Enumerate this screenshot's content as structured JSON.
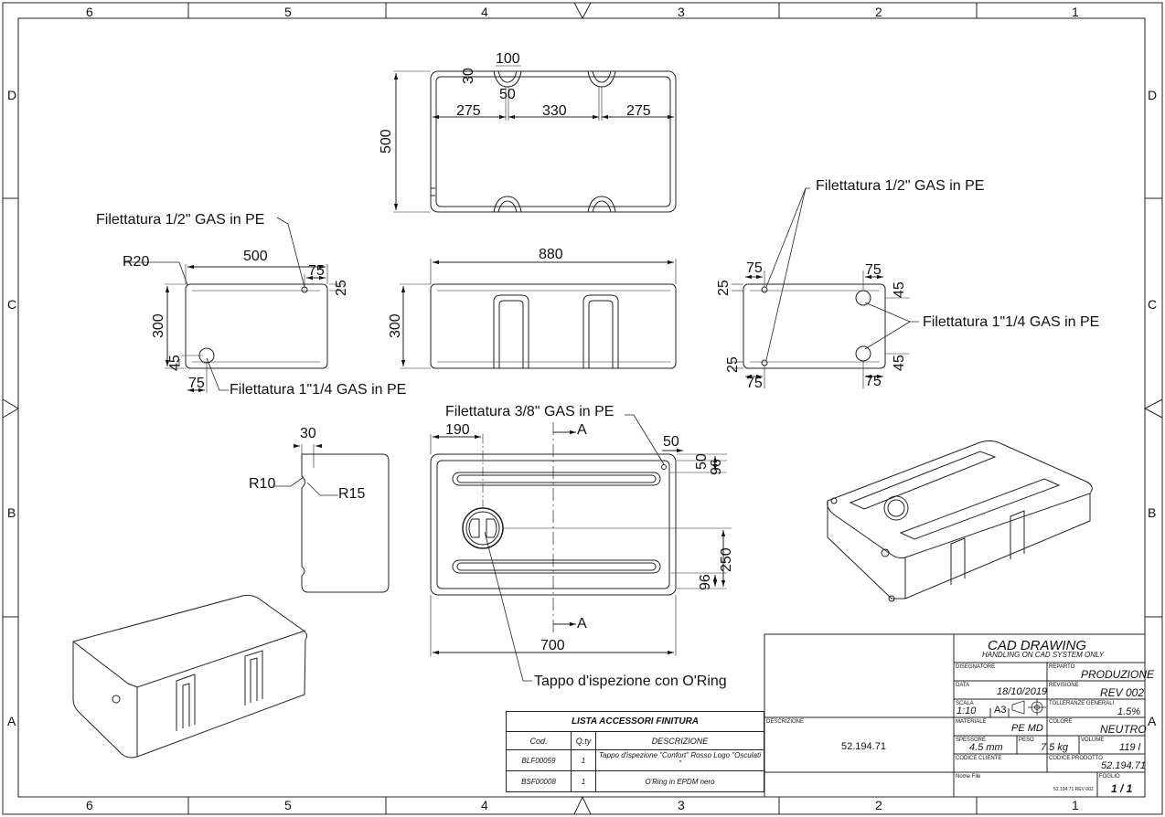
{
  "frame": {
    "top_zones": [
      "6",
      "5",
      "4",
      "3",
      "2",
      "1"
    ],
    "bottom_zones": [
      "6",
      "5",
      "4",
      "3",
      "2",
      "1"
    ],
    "left_zones": [
      "D",
      "C",
      "B",
      "A"
    ],
    "right_zones": [
      "D",
      "C",
      "B",
      "A"
    ]
  },
  "top_view": {
    "dims": [
      "100",
      "30",
      "50",
      "275",
      "330",
      "275",
      "500"
    ]
  },
  "left_view": {
    "callout_top": "Filettatura 1/2\" GAS in PE",
    "radius": "R20",
    "dims": [
      "500",
      "75",
      "25",
      "300",
      "45",
      "75"
    ],
    "callout_bottom": "Filettatura 1\"1/4 GAS in PE"
  },
  "front_view": {
    "dims": [
      "880",
      "300"
    ]
  },
  "right_view": {
    "callout_top": "Filettatura 1/2\" GAS in PE",
    "callout_mid": "Filettatura 1\"1/4 GAS in PE",
    "dims": [
      "75",
      "75",
      "25",
      "45",
      "25",
      "45",
      "75",
      "75"
    ]
  },
  "section_view": {
    "dims": [
      "30",
      "R10",
      "R15"
    ]
  },
  "plan_view": {
    "callout_top": "Filettatura 3/8\" GAS in PE",
    "callout_bottom": "Tappo d'ispezione con O'Ring",
    "section_marks": [
      "A",
      "A"
    ],
    "dims": [
      "190",
      "50",
      "50",
      "96",
      "250",
      "96",
      "700"
    ]
  },
  "accessories": {
    "title": "LISTA ACCESSORI FINITURA",
    "headers": [
      "Cod.",
      "Q.ty",
      "DESCRIZIONE"
    ],
    "rows": [
      {
        "code": "BLF00059",
        "qty": "1",
        "desc": "Tappo d'ispezione \"Confort\" Rosso Logo \"Osculati \""
      },
      {
        "code": "BSF00008",
        "qty": "1",
        "desc": "O'Ring in EPDM nero"
      }
    ]
  },
  "title_block": {
    "title": "CAD  DRAWING",
    "subtitle": "HANDLING  ON  CAD SYSTEM  ONLY",
    "descrizione_label": "DESCRIZIONE",
    "descrizione": "52.194.71",
    "disegnatore_label": "DISEGNATORE",
    "reparto_label": "REPARTO",
    "reparto": "PRODUZIONE",
    "data_label": "DATA",
    "data": "18/10/2019",
    "revisione_label": "REVISIONE",
    "revisione": "REV 002",
    "scala_label": "SCALA",
    "scala": "1:10",
    "formato": "A3",
    "tolleranze_label": "TOLLERANZE GENERALI",
    "tolleranze": "1.5%",
    "materiale_label": "MATERIALE",
    "materiale": "PE MD",
    "colore_label": "COLORE",
    "colore": "NEUTRO",
    "spessore_label": "SPESSORE",
    "spessore": "4.5 mm",
    "peso_label": "PESO",
    "peso": "7.5 kg",
    "volume_label": "VOLUME",
    "volume": "119 l",
    "codice_cliente_label": "CODICE CLIENTE",
    "codice_prodotto_label": "CODICE PRODOTTO",
    "codice_prodotto": "52.194.71",
    "nome_file_label": "Nome File",
    "nome_file": "52.194.71 REV 002",
    "foglio_label": "FOGLIO",
    "foglio": "1 / 1"
  }
}
